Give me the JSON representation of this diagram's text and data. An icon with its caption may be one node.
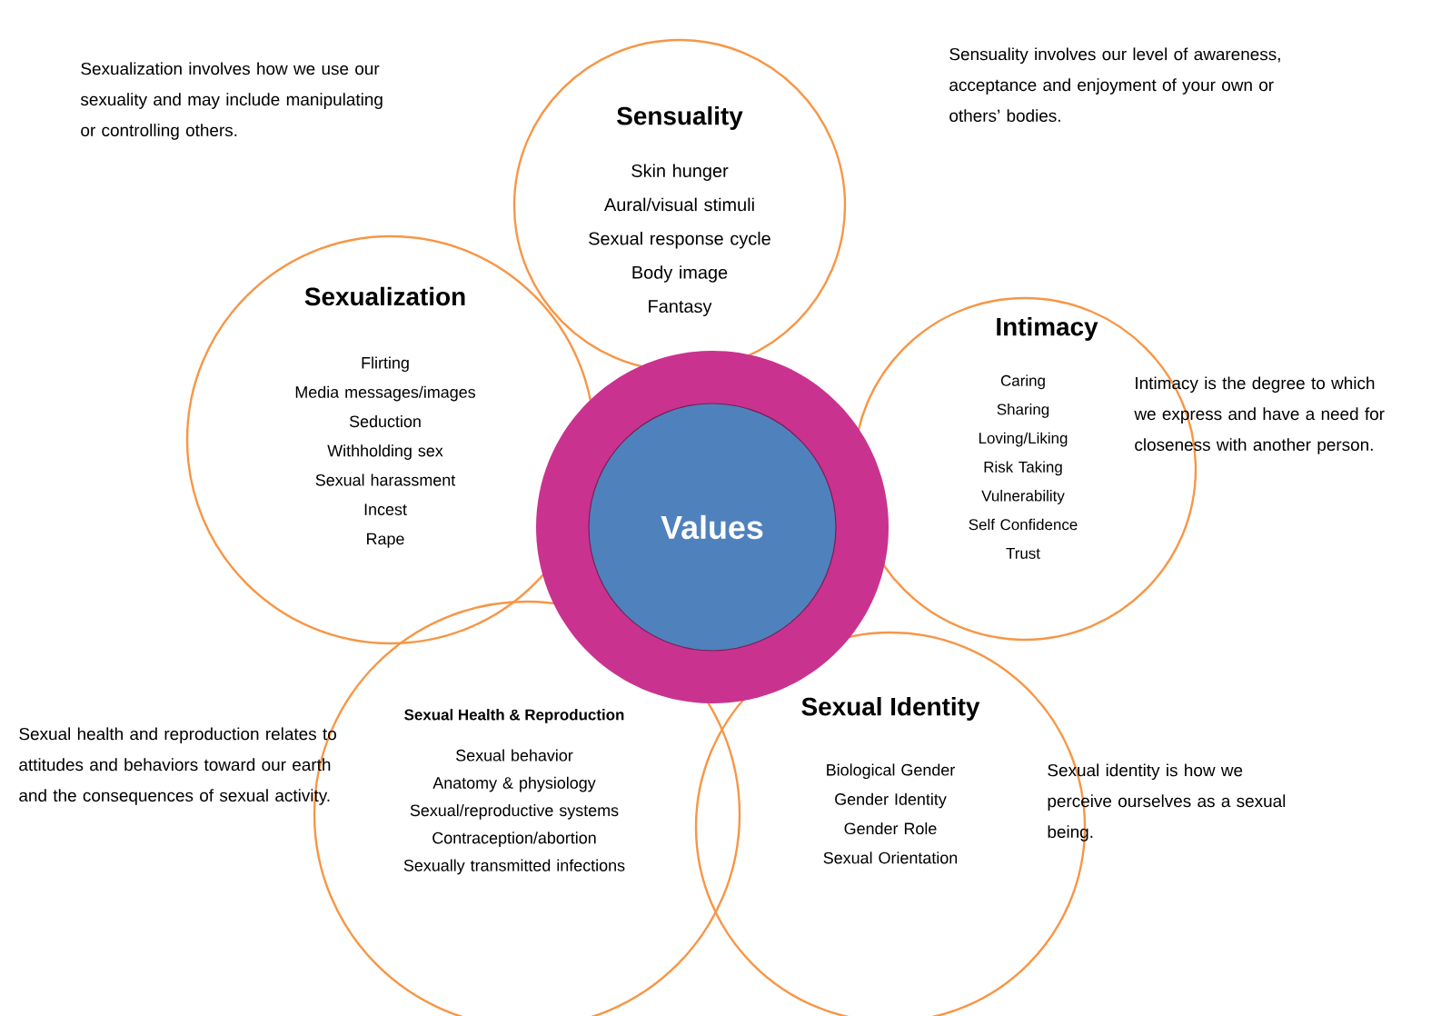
{
  "diagram": {
    "nodes": [
      {
        "text": [
          "Values"
        ]
      },
      {
        "text": [
          "Sensuality",
          "Skin hunger",
          "Aural/visual stimuli",
          "Sexual response cycle",
          "Body image",
          "Fantasy"
        ]
      },
      {
        "text": [
          "Sexualization",
          "Flirting",
          "Media messages/images",
          "Seduction",
          "Withholding sex",
          "Sexual harassment",
          "Incest",
          "Rape"
        ]
      },
      {
        "text": [
          "Intimacy",
          "Caring",
          "Sharing",
          "Loving/Liking",
          "Risk Taking",
          "Vulnerability",
          "Self Confidence",
          "Trust"
        ],
        "beside": [
          "Intimacy is the degree to which we express and have a need for closeness with another person."
        ]
      },
      {
        "text": [
          "Sexual Health & Reproduction",
          "Sexual behavior",
          "Anatomy & physiology",
          "Sexual/reproductive systems",
          "Contraception/abortion",
          "Sexually transmitted infections"
        ],
        "beside": [
          "Sexual health and reproduction relates to attitudes and behaviors toward our earth and the consequences of sexual activity."
        ]
      },
      {
        "text": [
          "Sexual Identity",
          "Biological Gender",
          "Gender Identity",
          "Gender Role",
          "Sexual Orientation"
        ],
        "beside": [
          "Sexual identity is how we perceive ourselves as a sexual being."
        ]
      }
    ],
    "labels": [
      "Sexualization involves how we use our sexuality and may include manipulating or controlling others.",
      "Sensuality involves our level of awareness, acceptance and enjoyment of your own or others’ bodies."
    ]
  }
}
